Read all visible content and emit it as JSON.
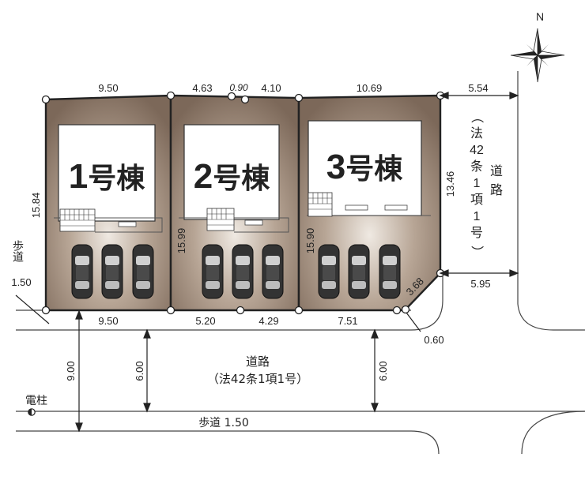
{
  "north": "N",
  "buildings": [
    {
      "num": "1",
      "suffix": "号棟"
    },
    {
      "num": "2",
      "suffix": "号棟"
    },
    {
      "num": "3",
      "suffix": "号棟"
    }
  ],
  "dims": {
    "top_1": "9.50",
    "top_2a": "4.63",
    "top_2b": "0.90",
    "top_2c": "4.10",
    "top_3": "10.69",
    "side_right_top": "5.54",
    "left_1": "15.84",
    "left_2": "15.99",
    "left_3": "15.90",
    "right_3": "13.46",
    "corner_cut": "3.68",
    "side_right_bottom": "5.95",
    "bottom_1": "9.50",
    "bottom_2a": "5.20",
    "bottom_2b": "4.29",
    "bottom_3": "7.51",
    "bottom_corner": "0.60",
    "road_width_total": "9.00",
    "road_width_left": "6.00",
    "road_width_right": "6.00"
  },
  "labels": {
    "sidewalk_left": "歩道",
    "sidewalk_left_width": "1.50",
    "road_main": "道路",
    "road_main_note": "（法42条1項1号）",
    "pole": "電柱",
    "sidewalk_bottom": "歩道 1.50",
    "right_road_chars": [
      "（",
      "法",
      "42",
      "条",
      "1",
      "項",
      "1",
      "号",
      "）"
    ],
    "right_road_title_chars": [
      "道",
      "路"
    ]
  },
  "colors": {
    "lot_fill": "#9b8775",
    "lot_edge": "#6b5a4c",
    "boundary": "#222222",
    "building_fill": "#ffffff",
    "car_fill": "#333333"
  }
}
